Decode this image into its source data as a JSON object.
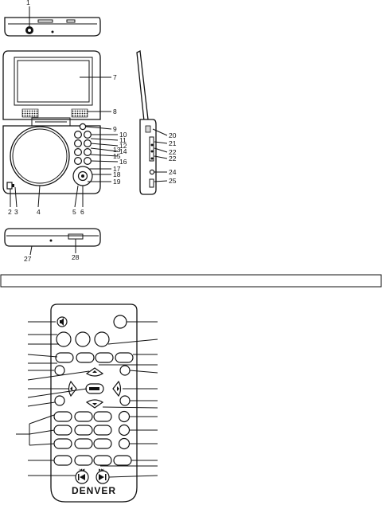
{
  "player_callouts": {
    "n1": "1",
    "n2": "2",
    "n3": "3",
    "n4": "4",
    "n5": "5",
    "n6": "6",
    "n7": "7",
    "n8": "8",
    "n9": "9",
    "n10": "10",
    "n11": "11",
    "n12": "12",
    "n13": "13",
    "n14": "14",
    "n15": "15",
    "n16": "16",
    "n17": "17",
    "n18": "18",
    "n19": "19",
    "n20": "20",
    "n21": "21",
    "n22a": "22",
    "n22b": "22",
    "n24": "24",
    "n25": "25",
    "n27": "27",
    "n28": "28"
  },
  "remote": {
    "brand": "DENVER",
    "prev_label": "I◀◀",
    "next_label": "▶▶I"
  }
}
